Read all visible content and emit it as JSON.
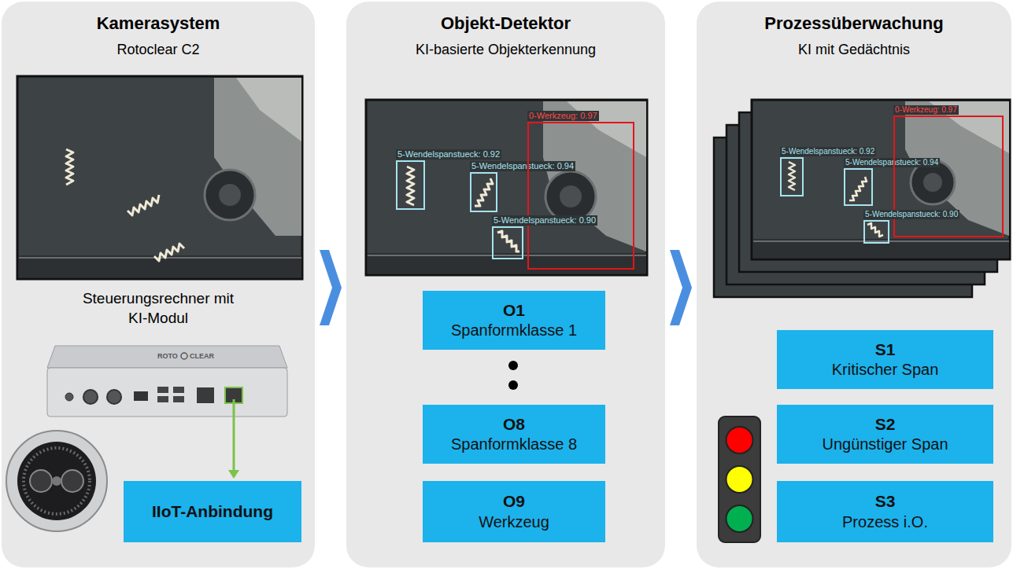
{
  "diagram": {
    "nodes": [
      {
        "text": [
          "Kamerasystem",
          "Rotoclear C2",
          "Steuerungsrechner mit KI-Modul"
        ]
      },
      {
        "text": [
          "IIoT-Anbindung"
        ],
        "in": 0
      },
      {
        "text": [
          "Objekt-Detektor",
          "KI-basierte Objekterkennung"
        ]
      },
      {
        "text": [
          "5-Wendelspanstueck: 0.92"
        ],
        "in": 2
      },
      {
        "text": [
          "5-Wendelspanstueck: 0.94"
        ],
        "in": 2
      },
      {
        "text": [
          "0-Werkzeug: 0.97"
        ],
        "in": 2
      },
      {
        "text": [
          "5-Wendelspanstueck: 0.90"
        ],
        "in": 2
      },
      {
        "text": [
          "O1",
          "Spanformklasse 1"
        ],
        "in": 2
      },
      {
        "text": [
          "O8",
          "Spanformklasse 8"
        ],
        "in": 2
      },
      {
        "text": [
          "O9",
          "Werkzeug"
        ],
        "in": 2
      },
      {
        "text": [
          "Prozessüberwachung",
          "KI mit Gedächtnis"
        ]
      },
      {
        "text": [
          "5-Wendelspanstueck: 0.92"
        ],
        "in": 10
      },
      {
        "text": [
          "5-Wendelspanstueck: 0.94"
        ],
        "in": 10
      },
      {
        "text": [
          "0-Werkzeug: 0.97"
        ],
        "in": 10
      },
      {
        "text": [
          "5-Wendelspanstueck: 0.90"
        ],
        "in": 10
      },
      {
        "text": [
          "S1",
          "Kritischer Span"
        ],
        "in": 10
      },
      {
        "text": [
          "S2",
          "Ungünstiger Span"
        ],
        "in": 10
      },
      {
        "text": [
          "S3",
          "Prozess i.O."
        ],
        "in": 10
      }
    ],
    "edges": [
      {
        "from": 0,
        "to": 2,
        "arrow": "to"
      },
      {
        "from": 2,
        "to": 10,
        "arrow": "to"
      }
    ],
    "labels": [
      "ROTO",
      "CLEAR"
    ]
  }
}
